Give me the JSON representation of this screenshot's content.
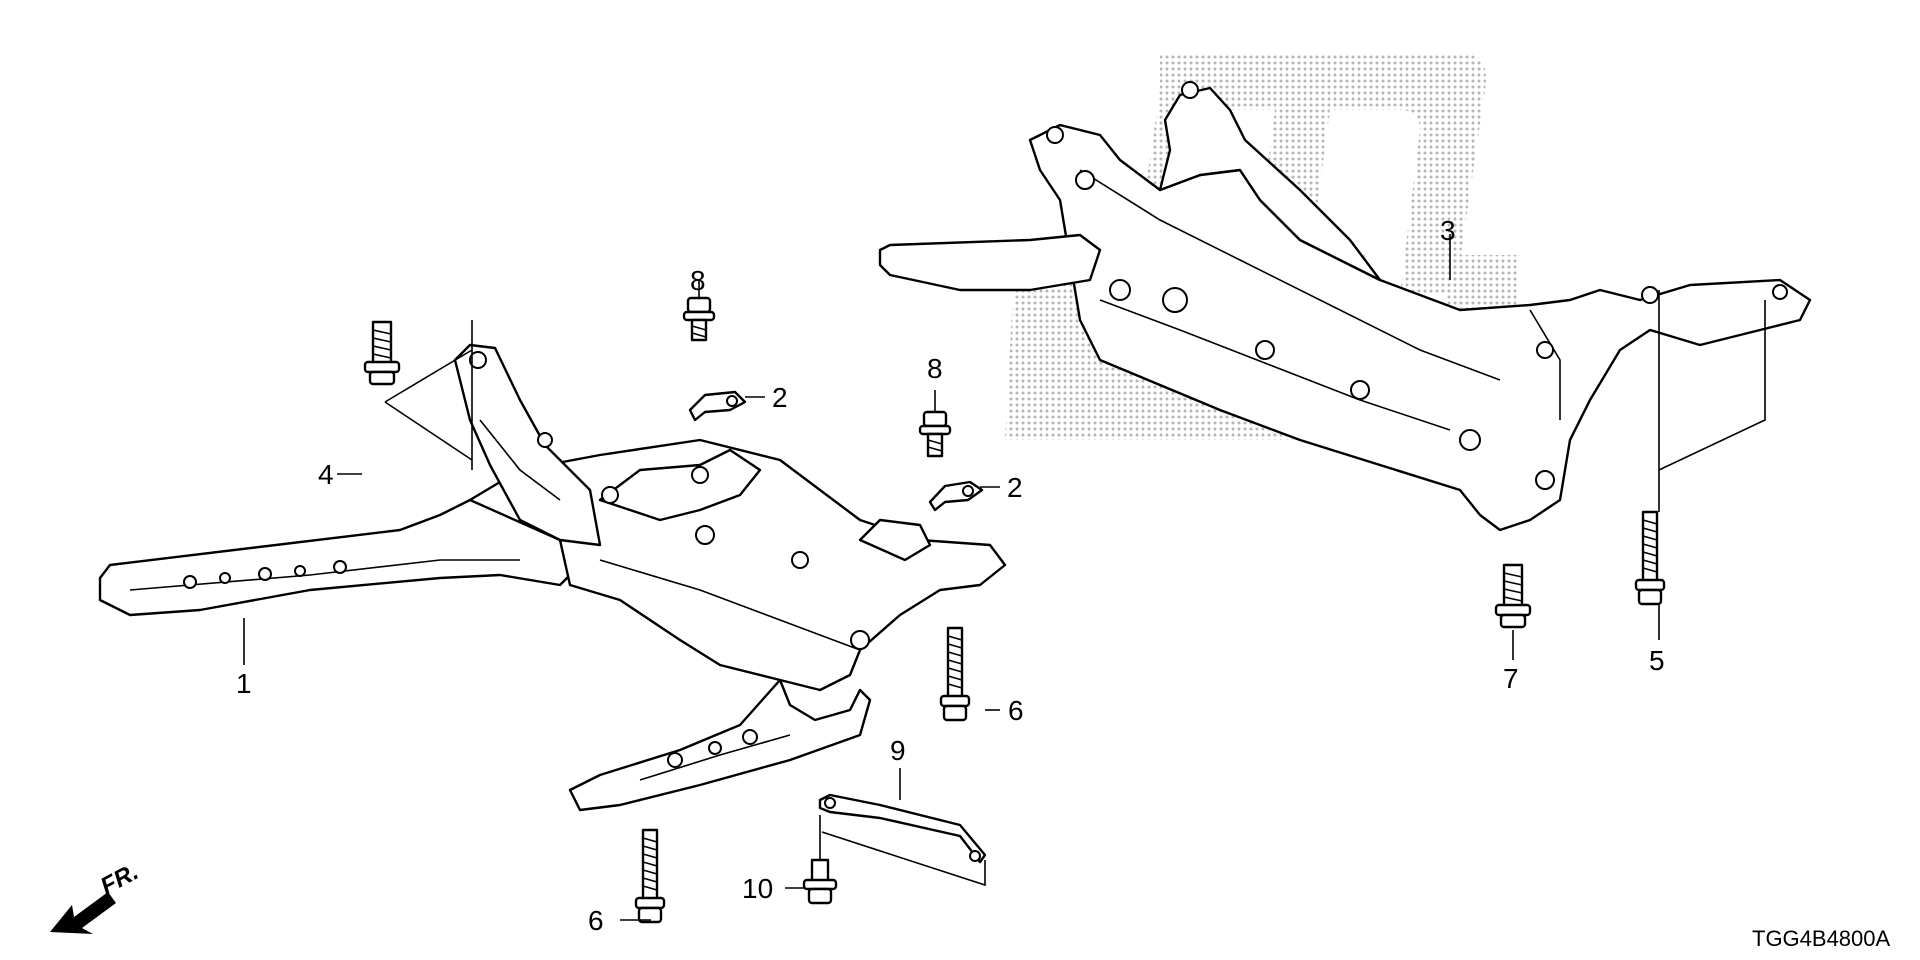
{
  "diagram_code": "TGG4B4800A",
  "direction_label": "FR.",
  "callouts": [
    {
      "id": "c1",
      "label": "1"
    },
    {
      "id": "c2a",
      "label": "2"
    },
    {
      "id": "c2b",
      "label": "2"
    },
    {
      "id": "c3",
      "label": "3"
    },
    {
      "id": "c4",
      "label": "4"
    },
    {
      "id": "c5",
      "label": "5"
    },
    {
      "id": "c6a",
      "label": "6"
    },
    {
      "id": "c6b",
      "label": "6"
    },
    {
      "id": "c7",
      "label": "7"
    },
    {
      "id": "c8a",
      "label": "8"
    },
    {
      "id": "c8b",
      "label": "8"
    },
    {
      "id": "c9",
      "label": "9"
    },
    {
      "id": "c10",
      "label": "10"
    }
  ],
  "colors": {
    "line": "#000000",
    "background": "#ffffff",
    "watermark": "#bdbdbd"
  },
  "icons": [
    "front-direction-arrow-icon",
    "bolt-icon",
    "washer-bracket-icon",
    "watermark-logo-icon"
  ]
}
